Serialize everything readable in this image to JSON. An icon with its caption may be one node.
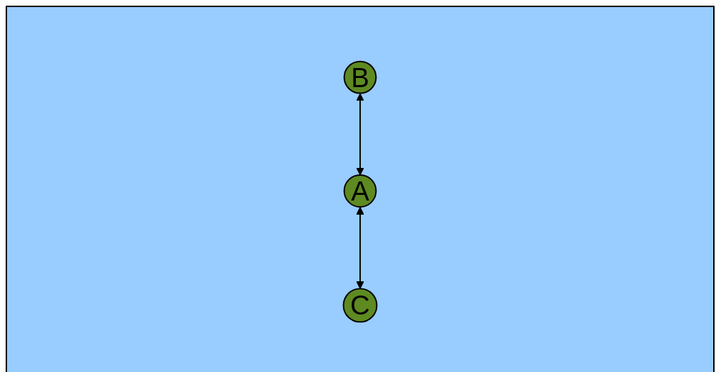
{
  "diagram": {
    "nodes": [
      {
        "text": [
          "A"
        ]
      },
      {
        "text": [
          "B"
        ]
      },
      {
        "text": [
          "C"
        ]
      }
    ],
    "edges": [
      {
        "from": 1,
        "to": 0,
        "arrow": "both"
      },
      {
        "from": 0,
        "to": 2,
        "arrow": "both"
      }
    ]
  }
}
